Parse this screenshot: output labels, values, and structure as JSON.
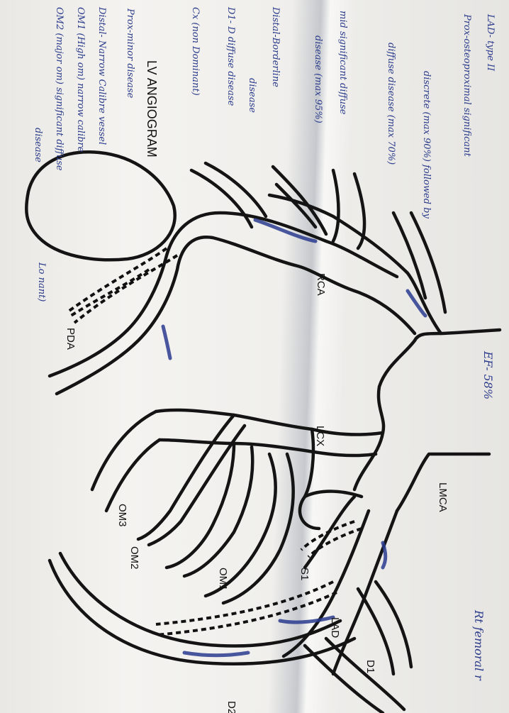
{
  "diagram": {
    "title": "LV ANGIOGRAM",
    "labels": {
      "lmca": "LMCA",
      "lad": "LAD",
      "d1": "D1",
      "d2": "D2",
      "s1": "S1",
      "lcx": "LCX",
      "om1": "OM1",
      "om2": "OM2",
      "om3": "OM3",
      "rca": "RCA",
      "pda": "PDA"
    },
    "ef": "EF- 58%",
    "access": "Rt femoral r",
    "notes": {
      "line1": "LAD- type II",
      "line2": "Prox-osteoproximal significant",
      "line3": "discrete (max 90%) followed by",
      "line4": "diffuse disease (max 70%)",
      "line5": "mid significant diffuse",
      "line6": "disease (max 95%)",
      "line7": "Distal-Borderline",
      "line8": "disease",
      "line9": "D1- D diffuse disease",
      "line10": "Cx (non Dominant)",
      "line11": "Prox-minor disease",
      "line12": "Distal- Narrow Calibre vessel",
      "line13": "OM1 (High om) narrow calibre",
      "line14": "OM2 (major om) significant diffuse",
      "line15": "disease",
      "line16": "Lo nant)"
    }
  }
}
